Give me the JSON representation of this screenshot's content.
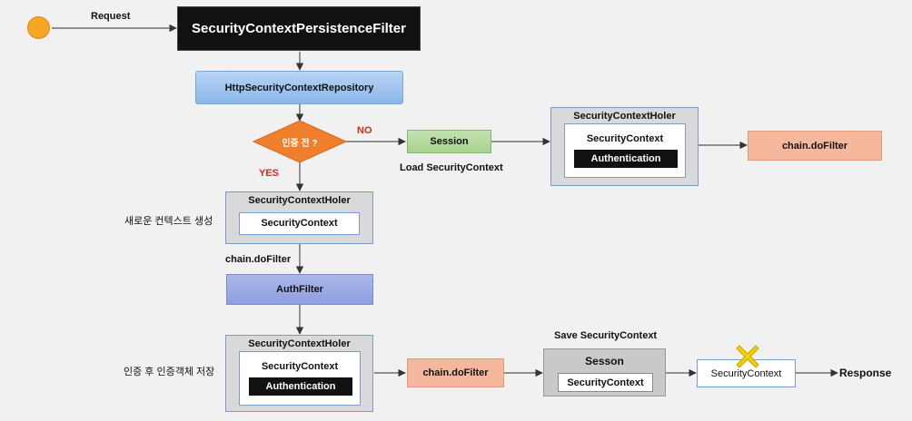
{
  "request_label": "Request",
  "response_label": "Response",
  "filter_title": "SecurityContextPersistenceFilter",
  "repository": "HttpSecurityContextRepository",
  "decision": "인증 전 ?",
  "no_label": "NO",
  "yes_label": "YES",
  "session": "Session",
  "load_context": "Load SecurityContext",
  "holder_top_right": {
    "title": "SecurityContextHoler",
    "context": "SecurityContext",
    "auth": "Authentication"
  },
  "chain_filter_right": "chain.doFilter",
  "new_context_note": "새로운 컨텍스트 생성",
  "holder_middle": {
    "title": "SecurityContextHoler",
    "context": "SecurityContext"
  },
  "chain_filter_mid_label": "chain.doFilter",
  "auth_filter": "AuthFilter",
  "after_auth_note": "인증 후 인증객체 저장",
  "holder_bottom": {
    "title": "SecurityContextHoler",
    "context": "SecurityContext",
    "auth": "Authentication"
  },
  "chain_filter_bottom": "chain.doFilter",
  "save_context": "Save SecurityContext",
  "sesson_box": {
    "title": "Sesson",
    "context": "SecurityContext"
  },
  "cleared_context": "SecurityContext",
  "colors": {
    "orange_node": "#f5a623",
    "diamond": "#ef7f2d",
    "cross": "#f4d000",
    "arrow": "#333333"
  }
}
